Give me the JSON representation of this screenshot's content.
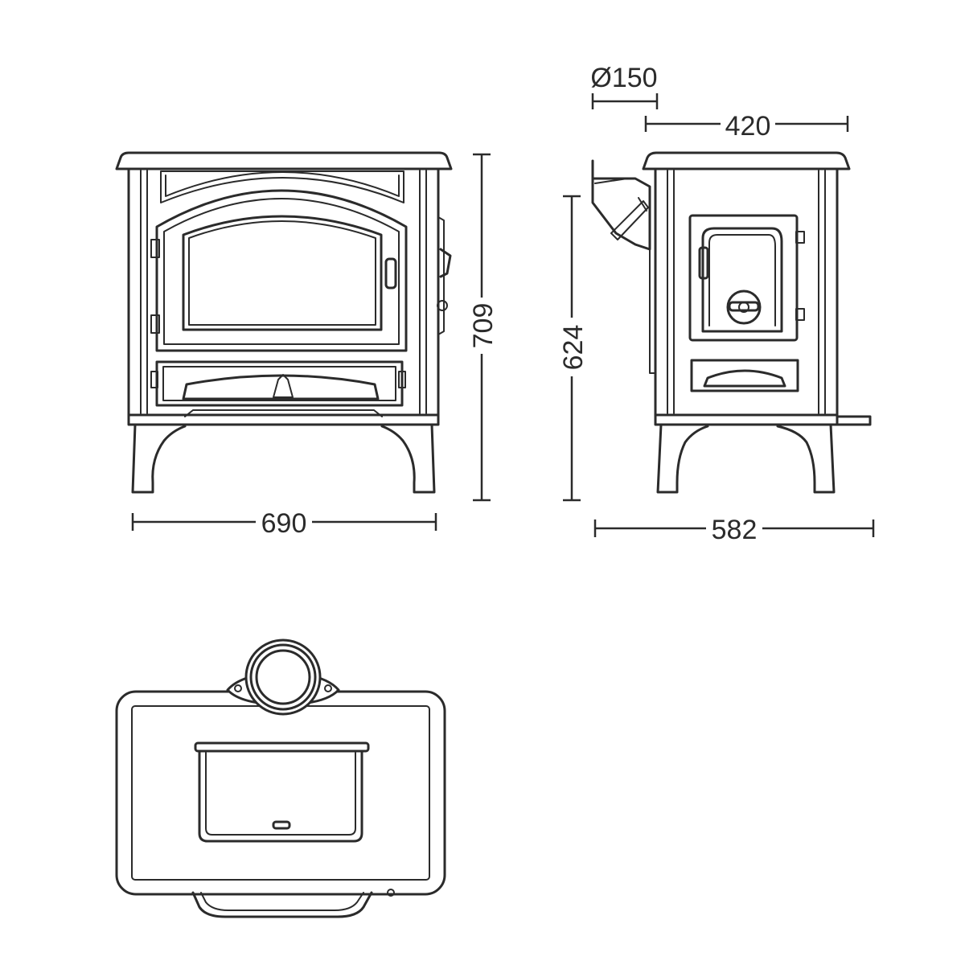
{
  "dimensions": {
    "front_width": "690",
    "front_height": "709",
    "flue_diameter": "Ø150",
    "flue_offset": "420",
    "side_height": "624",
    "side_depth": "582"
  }
}
